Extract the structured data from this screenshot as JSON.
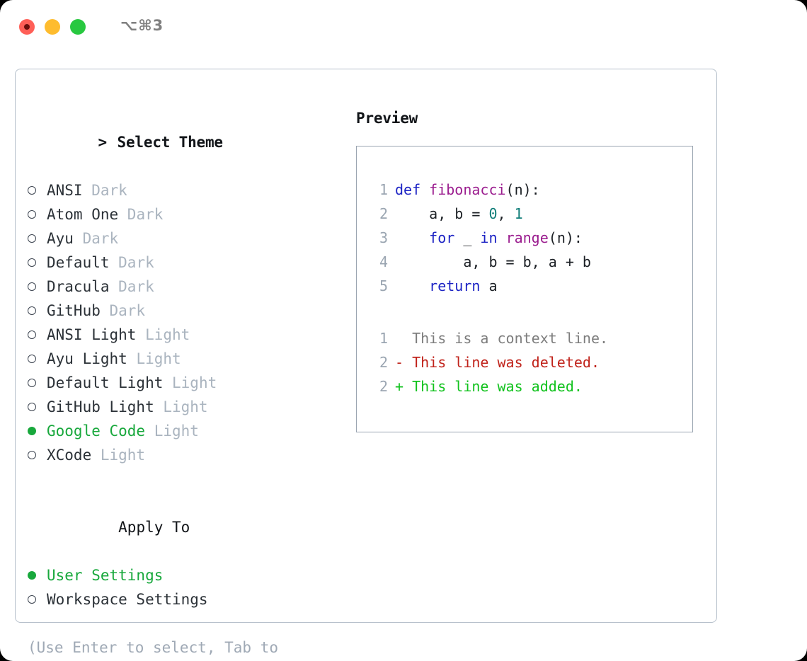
{
  "window": {
    "shortcut": "⌥⌘3",
    "traffic_lights": [
      "close",
      "minimize",
      "maximize"
    ],
    "colors": {
      "close": "#ff5f57",
      "minimize": "#febc2e",
      "maximize": "#28c840",
      "accent_green": "#18a83c",
      "muted": "#aab4bf",
      "panel_border": "#b6c0cb",
      "preview_border": "#9aa5b1"
    }
  },
  "theme_section": {
    "caret": ">",
    "title": "Select Theme",
    "items": [
      {
        "name": "ANSI",
        "suffix": "Dark",
        "selected": false
      },
      {
        "name": "Atom One",
        "suffix": "Dark",
        "selected": false
      },
      {
        "name": "Ayu",
        "suffix": "Dark",
        "selected": false
      },
      {
        "name": "Default",
        "suffix": "Dark",
        "selected": false
      },
      {
        "name": "Dracula",
        "suffix": "Dark",
        "selected": false
      },
      {
        "name": "GitHub",
        "suffix": "Dark",
        "selected": false
      },
      {
        "name": "ANSI Light",
        "suffix": "Light",
        "selected": false
      },
      {
        "name": "Ayu Light",
        "suffix": "Light",
        "selected": false
      },
      {
        "name": "Default Light",
        "suffix": "Light",
        "selected": false
      },
      {
        "name": "GitHub Light",
        "suffix": "Light",
        "selected": false
      },
      {
        "name": "Google Code",
        "suffix": "Light",
        "selected": true
      },
      {
        "name": "XCode",
        "suffix": "Light",
        "selected": false
      }
    ]
  },
  "apply_section": {
    "title": "Apply To",
    "items": [
      {
        "name": "User Settings",
        "selected": true
      },
      {
        "name": "Workspace Settings",
        "selected": false
      }
    ]
  },
  "hint": "(Use Enter to select, Tab to change focus)",
  "preview": {
    "title": "Preview",
    "code_lines": [
      {
        "number": "1",
        "tokens": [
          {
            "t": "def ",
            "c": "kw"
          },
          {
            "t": "fibonacci",
            "c": "fn"
          },
          {
            "t": "(n):",
            "c": "pl"
          }
        ]
      },
      {
        "number": "2",
        "tokens": [
          {
            "t": "    a, b = ",
            "c": "pl"
          },
          {
            "t": "0",
            "c": "num"
          },
          {
            "t": ", ",
            "c": "pl"
          },
          {
            "t": "1",
            "c": "num"
          }
        ]
      },
      {
        "number": "3",
        "tokens": [
          {
            "t": "    ",
            "c": "pl"
          },
          {
            "t": "for",
            "c": "kw"
          },
          {
            "t": " _ ",
            "c": "pl"
          },
          {
            "t": "in",
            "c": "kw"
          },
          {
            "t": " ",
            "c": "pl"
          },
          {
            "t": "range",
            "c": "fn"
          },
          {
            "t": "(n):",
            "c": "pl"
          }
        ]
      },
      {
        "number": "4",
        "tokens": [
          {
            "t": "        a, b = b, a + b",
            "c": "pl"
          }
        ]
      },
      {
        "number": "5",
        "tokens": [
          {
            "t": "    ",
            "c": "pl"
          },
          {
            "t": "return",
            "c": "kw"
          },
          {
            "t": " a",
            "c": "pl"
          }
        ]
      }
    ],
    "diff_lines": [
      {
        "number": "1",
        "marker": " ",
        "text": " This is a context line.",
        "kind": "ctx"
      },
      {
        "number": "2",
        "marker": "-",
        "text": " This line was deleted.",
        "kind": "del"
      },
      {
        "number": "2",
        "marker": "+",
        "text": " This line was added.",
        "kind": "add"
      }
    ]
  }
}
